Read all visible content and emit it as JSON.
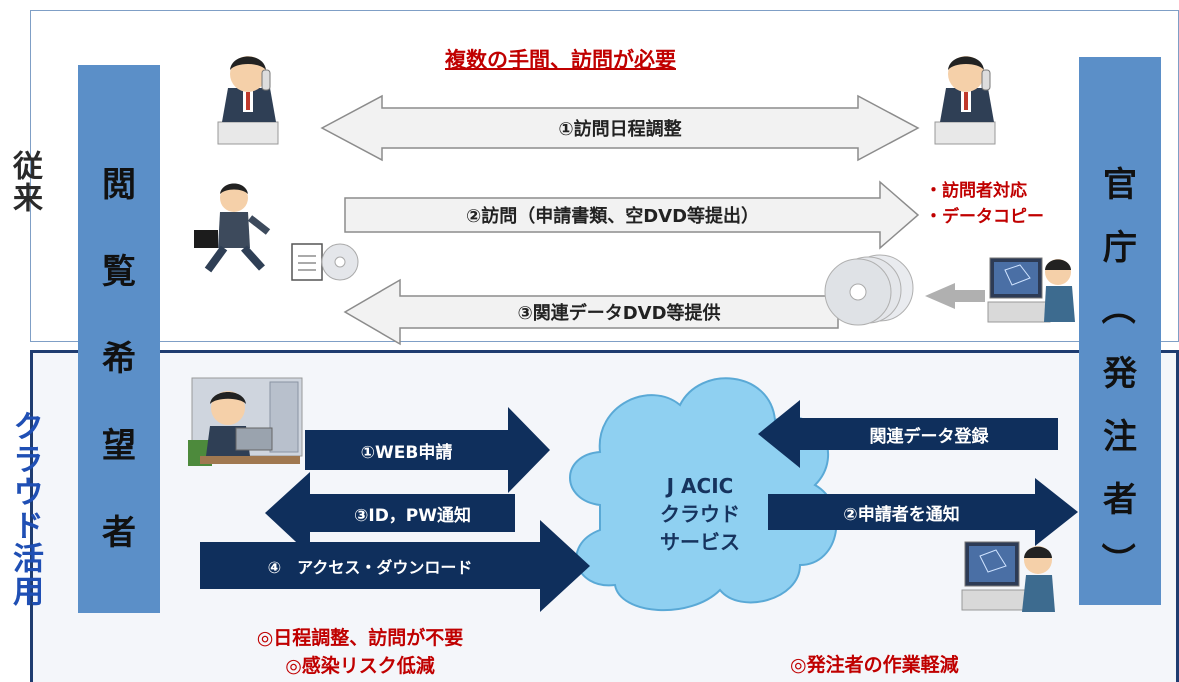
{
  "traditional": {
    "section_label": "従来",
    "headline": "複数の手間、訪問が必要",
    "step1": "①訪問日程調整",
    "step2": "②訪問（申請書類、空DVD等提出）",
    "step3": "③関連データDVD等提供",
    "agency_note": [
      "・訪問者対応",
      "・データコピー"
    ]
  },
  "cloud": {
    "section_label": "クラウド活用",
    "service_name": [
      "J ACIC",
      "クラウド",
      "サービス"
    ],
    "step1": "①WEB申請",
    "step2": "②申請者を通知",
    "step3": "③ID，PW通知",
    "step4": "④　アクセス・ダウンロード",
    "register": "関連データ登録",
    "benefit_requester": [
      "◎日程調整、訪問が不要",
      "◎感染リスク低減"
    ],
    "benefit_orderer": "◎発注者の作業軽減"
  },
  "requester": {
    "chars": [
      "閲",
      "覧",
      "希",
      "望",
      "者"
    ]
  },
  "agency": {
    "chars": [
      "官",
      "庁",
      "（",
      "発",
      "注",
      "者",
      "）"
    ]
  },
  "icons": [
    "person-phone-icon",
    "person-running-icon",
    "document-icon",
    "dvd-disc-icon",
    "person-computer-icon",
    "person-laptop-icon",
    "cloud-icon"
  ],
  "colors": {
    "sidebar": "#5b8fc8",
    "dark_arrow": "#0f2f5c",
    "light_arrow": "#f2f2f2",
    "cloud": "#8fd0f1",
    "red": "#c00000",
    "frame": "#1f3c70"
  }
}
